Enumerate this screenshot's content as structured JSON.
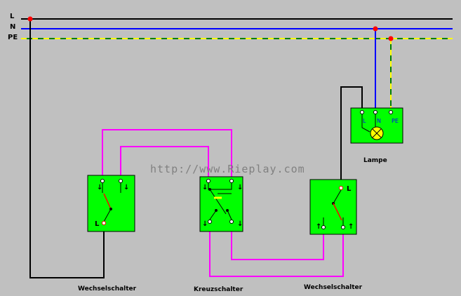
{
  "bus": {
    "l_label": "L",
    "n_label": "N",
    "pe_label": "PE"
  },
  "lamp": {
    "caption": "Lampe",
    "term_l": "L",
    "term_n": "N",
    "term_pe": "PE"
  },
  "switch_left": {
    "caption": "Wechselschalter",
    "mark": "L"
  },
  "switch_mid": {
    "caption": "Kreuzschalter"
  },
  "switch_right": {
    "caption": "Wechselschalter",
    "mark": "L"
  },
  "watermark": "http://www.Rieplay.com",
  "colors": {
    "background": "#c0c0c0",
    "phase": "#000000",
    "neutral": "#0000ff",
    "earth_green": "#008000",
    "earth_yellow": "#ffff00",
    "traveler": "#ff00ff",
    "device_fill": "#00ff00",
    "junction": "#ff0000"
  }
}
